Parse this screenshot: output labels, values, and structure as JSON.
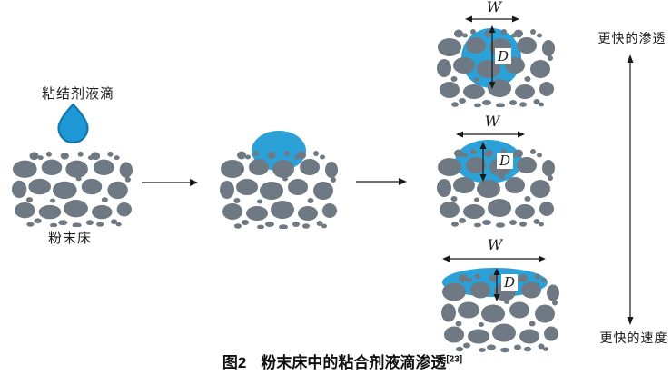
{
  "figure": {
    "stage1": {
      "droplet_label": "粘结剂液滴",
      "bed_label": "粉末床"
    },
    "measurements": {
      "width_label": "W",
      "depth_label": "D"
    },
    "scale": {
      "top_label": "更快的渗透",
      "bottom_label": "更快的速度"
    },
    "caption": {
      "label": "图2",
      "title": "粉末床中的粘合剂液滴渗透",
      "reference": "[23]"
    },
    "colors": {
      "droplet_blue": "#1d98d5",
      "droplet_border": "#1176ae",
      "penetration_blue": "#2ba1d8",
      "particle_gray": "#6e7983",
      "arrow_color": "#1a1a1a"
    }
  }
}
